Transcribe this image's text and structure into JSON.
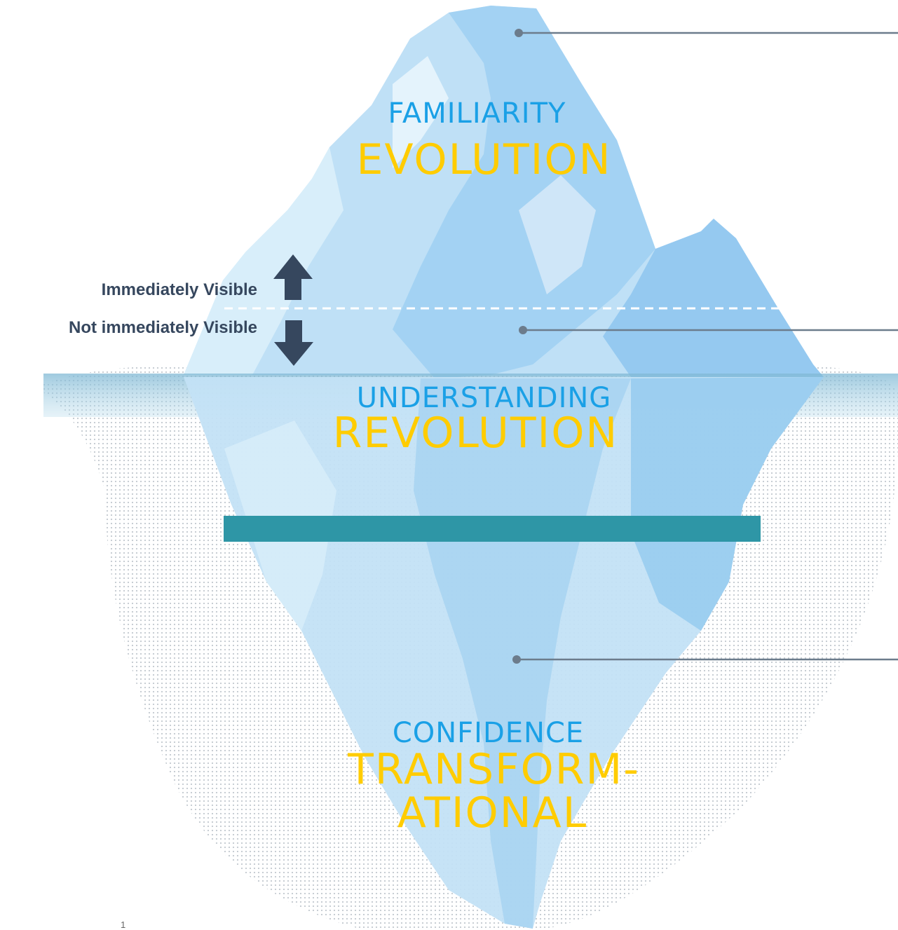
{
  "layers": [
    {
      "subtitle": "FAMILIARITY",
      "title": "EVOLUTION"
    },
    {
      "subtitle": "UNDERSTANDING",
      "title": "REVOLUTION"
    },
    {
      "subtitle": "CONFIDENCE",
      "title": "TRANSFORM-",
      "title_line2": "ATIONAL"
    }
  ],
  "visibility": {
    "above": "Immediately Visible",
    "below": "Not immediately Visible"
  },
  "page_number": "1",
  "colors": {
    "subtitle": "#1aa0e6",
    "title": "#ffcc00",
    "band": "#2e96a6",
    "arrow": "#36475e",
    "ice_light": "#cfe8f8",
    "ice_mid": "#a8d4f2",
    "ice_dark": "#8cc2ee",
    "leader_line": "#6c7c8c"
  }
}
